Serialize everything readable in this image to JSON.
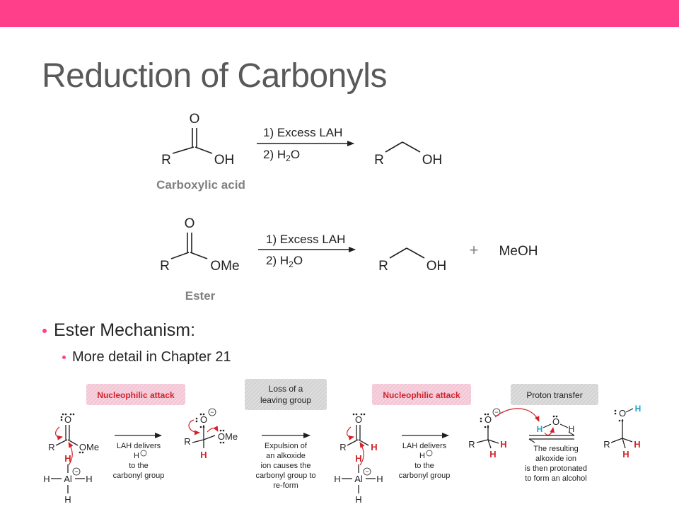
{
  "colors": {
    "accent": "#ff3f8a",
    "title": "#595959",
    "red": "#d2232a",
    "blue": "#1ba2c6",
    "banner_pink": "#f3c7d6",
    "banner_gray": "#d4d4d4"
  },
  "slide": {
    "title": "Reduction of Carbonyls",
    "bullets": [
      {
        "text": "Ester Mechanism:"
      },
      {
        "text": "More detail in Chapter 21"
      }
    ]
  },
  "reaction_acid": {
    "substrate_label": "Carboxylic acid",
    "atoms": {
      "O": "O",
      "R": "R",
      "OH": "OH"
    },
    "step1": "1) Excess LAH",
    "step2_pre": "2) H",
    "step2_sub": "2",
    "step2_post": "O",
    "product": {
      "R": "R",
      "OH": "OH"
    }
  },
  "reaction_ester": {
    "substrate_label": "Ester",
    "atoms": {
      "O": "O",
      "R": "R",
      "OMe": "OMe"
    },
    "step1": "1) Excess LAH",
    "step2_pre": "2) H",
    "step2_sub": "2",
    "step2_post": "O",
    "product": {
      "R": "R",
      "OH": "OH"
    },
    "plus": "+",
    "byproduct": "MeOH"
  },
  "mechanism": {
    "banners": [
      {
        "lines": [
          "Nucleophilic attack"
        ]
      },
      {
        "lines": [
          "Loss of a",
          "leaving group"
        ]
      },
      {
        "lines": [
          "Nucleophilic attack"
        ]
      },
      {
        "lines": [
          "Proton transfer"
        ]
      }
    ],
    "captions": {
      "c1": [
        "LAH delivers",
        "H",
        "to the",
        "carbonyl group"
      ],
      "c2": [
        "Expulsion of",
        "an alkoxide",
        "ion causes the",
        "carbonyl group to",
        "re-form"
      ],
      "c3": [
        "LAH delivers",
        "H",
        "to the",
        "carbonyl group"
      ],
      "c4": [
        "The resulting",
        "alkoxide ion",
        "is then protonated",
        "to form an alcohol"
      ]
    },
    "atoms": {
      "O": "O",
      "R": "R",
      "H": "H",
      "Al": "Al",
      "OMe": "OMe",
      "minus": "−"
    }
  }
}
